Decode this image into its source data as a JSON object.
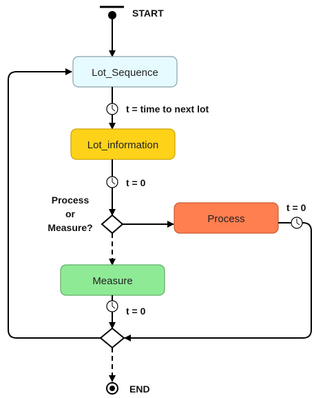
{
  "diagram": {
    "start": {
      "label": "START"
    },
    "end": {
      "label": "END"
    },
    "nodes": {
      "lot_sequence": {
        "label": "Lot_Sequence",
        "color": "#e6fbff"
      },
      "lot_information": {
        "label": "Lot_information",
        "color": "#ffd21a"
      },
      "process": {
        "label": "Process",
        "color": "#ff7f50"
      },
      "measure": {
        "label": "Measure",
        "color": "#8fea95"
      }
    },
    "decision": {
      "label_line1": "Process",
      "label_line2": "or",
      "label_line3": "Measure?"
    },
    "timers": {
      "next_lot": "t = time to next lot",
      "after_info": "t = 0",
      "after_process": "t = 0",
      "after_measure": "t = 0"
    }
  }
}
